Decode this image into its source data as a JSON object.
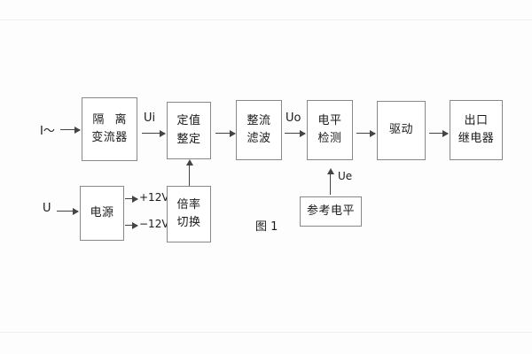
{
  "figure": {
    "caption": "图 1",
    "blocks": [
      {
        "id": "isolation-ct",
        "lines": [
          "隔 离",
          "变流器"
        ]
      },
      {
        "id": "setting",
        "lines": [
          "定值",
          "整定"
        ]
      },
      {
        "id": "rectify-filter",
        "lines": [
          "整流",
          "滤波"
        ]
      },
      {
        "id": "level-detect",
        "lines": [
          "电平",
          "检测"
        ]
      },
      {
        "id": "drive",
        "lines": [
          "驱动"
        ]
      },
      {
        "id": "output-relay",
        "lines": [
          "出口",
          "继电器"
        ]
      },
      {
        "id": "power-supply",
        "lines": [
          "电源"
        ]
      },
      {
        "id": "multiplier-switch",
        "lines": [
          "倍率",
          "切换"
        ]
      },
      {
        "id": "reference-level",
        "lines": [
          "参考电平"
        ]
      }
    ],
    "signals": {
      "current_input": "I～",
      "voltage_input": "U",
      "ui": "Ui",
      "uo": "Uo",
      "ue": "Ue",
      "supply_positive": "+12V",
      "supply_negative": "−12V"
    }
  }
}
